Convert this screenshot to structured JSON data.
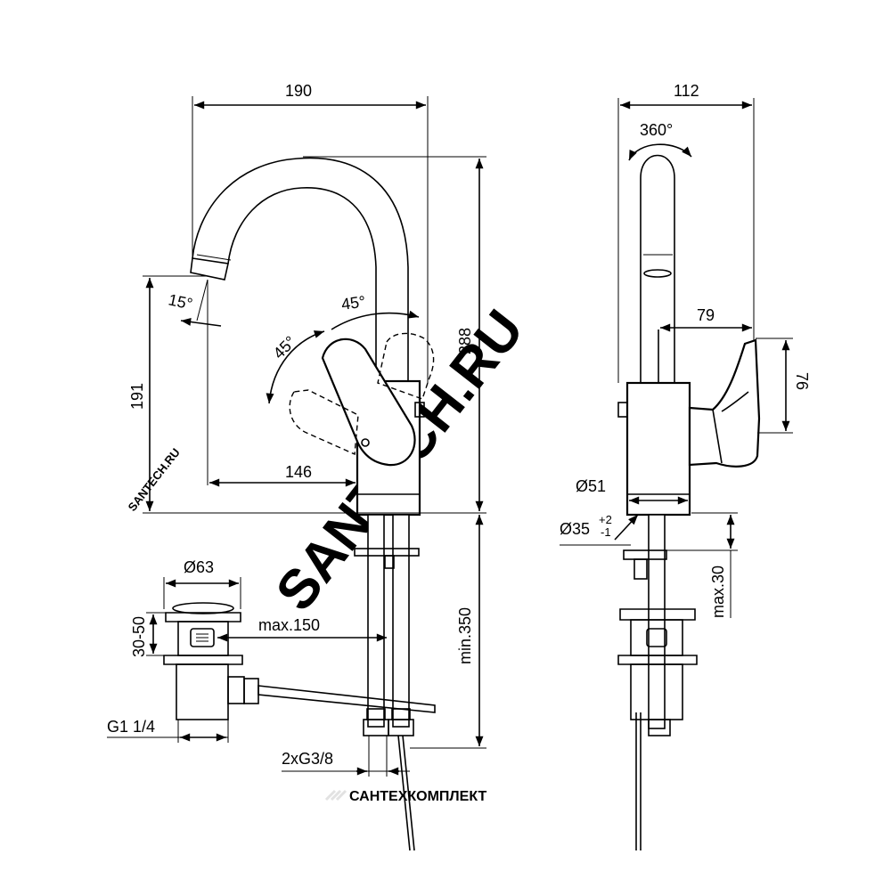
{
  "dimensions": {
    "width_190": "190",
    "depth_112": "112",
    "rotation_360": "360°",
    "angle_15": "15°",
    "angle_45_right": "45°",
    "angle_45_left": "45°",
    "height_288": "288",
    "height_191": "191",
    "reach_146": "146",
    "reach_79": "79",
    "lever_76": "76",
    "diameter_51": "Ø51",
    "diameter_35": "Ø35",
    "tol_plus": "+2",
    "tol_minus": "-1",
    "max_30": "max.30",
    "min_350": "min.350",
    "diameter_63": "Ø63",
    "range_30_50": "30-50",
    "max_150": "max.150",
    "thread_g114": "G1 1/4",
    "thread_2xg38": "2xG3/8"
  },
  "watermarks": {
    "main": "SANTECH.RU",
    "small_left": "SANTECH.RU",
    "bottom": "САНТЕХКОМПЛЕКТ"
  },
  "colors": {
    "line": "#000000",
    "background": "#ffffff",
    "watermark": "#e6e6e6"
  }
}
